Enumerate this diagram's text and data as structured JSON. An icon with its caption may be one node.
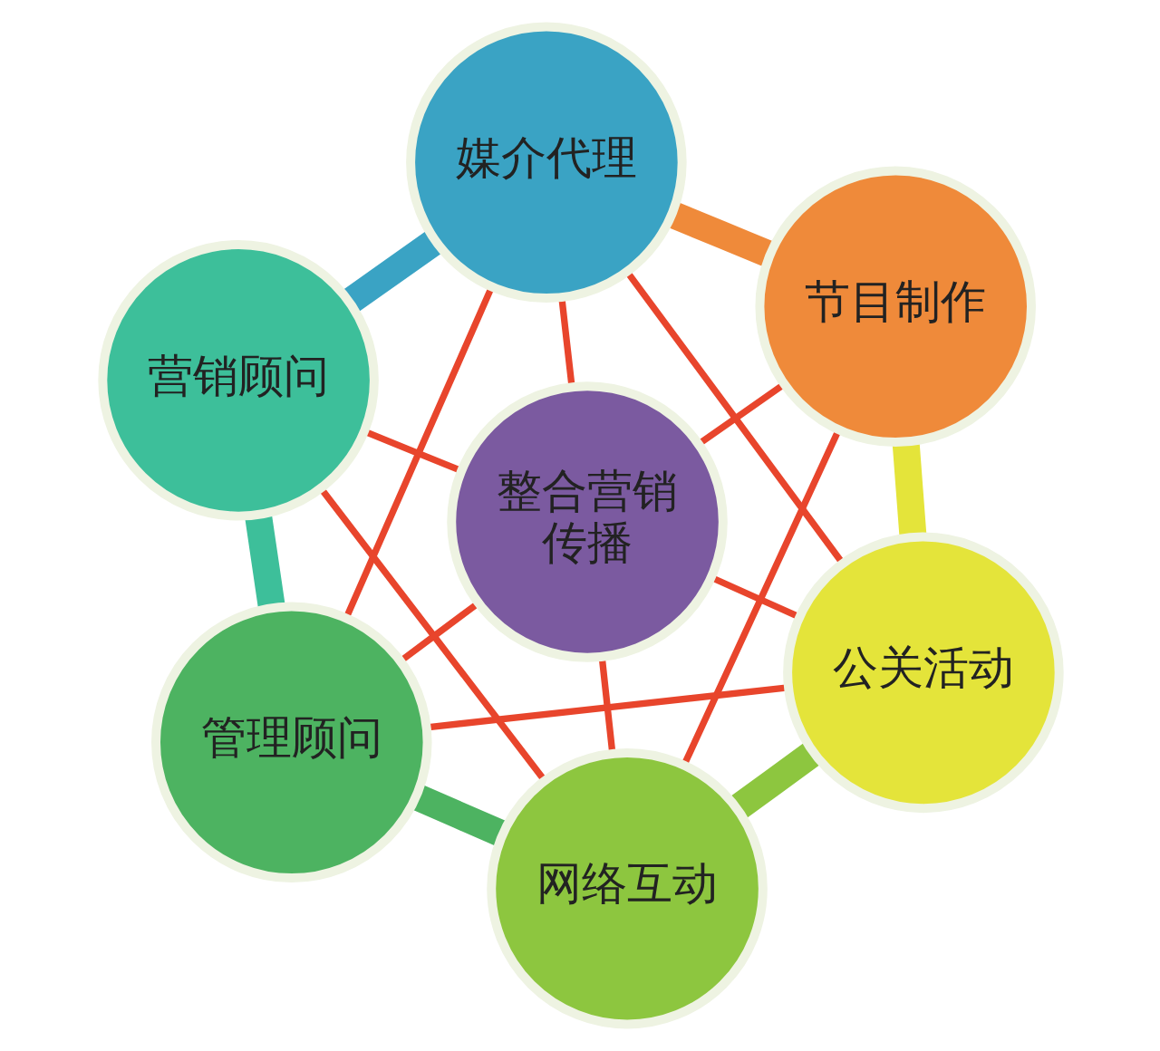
{
  "diagram": {
    "nodes": [
      {
        "text": [
          "媒介代理"
        ]
      },
      {
        "text": [
          "节目制作"
        ]
      },
      {
        "text": [
          "营销顾问"
        ]
      },
      {
        "text": [
          "整合营销传播"
        ]
      },
      {
        "text": [
          "公关活动"
        ]
      },
      {
        "text": [
          "管理顾问"
        ]
      },
      {
        "text": [
          "网络互动"
        ]
      }
    ],
    "edges": [
      {
        "from": 0,
        "to": 2,
        "arrow": "none",
        "style": "thick",
        "color": "#3aa3c4"
      },
      {
        "from": 2,
        "to": 5,
        "arrow": "none",
        "style": "thick",
        "color": "#3dbf9a"
      },
      {
        "from": 5,
        "to": 6,
        "arrow": "none",
        "style": "thick",
        "color": "#4db361"
      },
      {
        "from": 6,
        "to": 4,
        "arrow": "none",
        "style": "thick",
        "color": "#8dc63f"
      },
      {
        "from": 4,
        "to": 1,
        "arrow": "none",
        "style": "thick",
        "color": "#e4e43a"
      },
      {
        "from": 1,
        "to": 0,
        "arrow": "none",
        "style": "thick",
        "color": "#ef8a3a"
      },
      {
        "from": 0,
        "to": 3,
        "arrow": "none"
      },
      {
        "from": 1,
        "to": 3,
        "arrow": "none"
      },
      {
        "from": 2,
        "to": 3,
        "arrow": "none"
      },
      {
        "from": 4,
        "to": 3,
        "arrow": "none"
      },
      {
        "from": 5,
        "to": 3,
        "arrow": "none"
      },
      {
        "from": 6,
        "to": 3,
        "arrow": "none"
      },
      {
        "from": 0,
        "to": 4,
        "arrow": "none"
      },
      {
        "from": 0,
        "to": 5,
        "arrow": "none"
      },
      {
        "from": 4,
        "to": 5,
        "arrow": "none"
      },
      {
        "from": 1,
        "to": 6,
        "arrow": "none"
      },
      {
        "from": 2,
        "to": 6,
        "arrow": "none"
      }
    ]
  }
}
